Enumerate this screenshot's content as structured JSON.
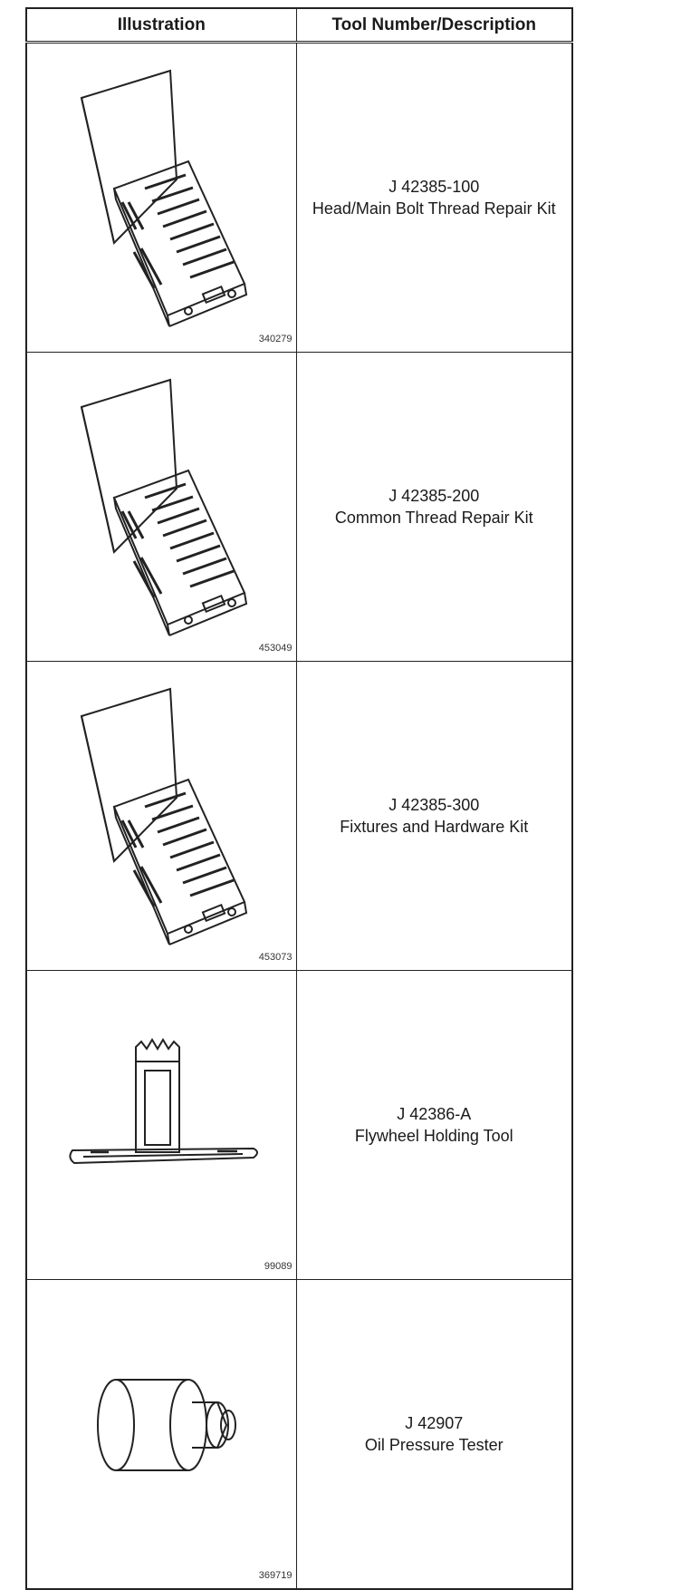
{
  "header": {
    "illustration": "Illustration",
    "tool_description": "Tool Number/Description"
  },
  "rows": [
    {
      "figure_number": "340279",
      "tool_number": "J 42385-100",
      "description": "Head/Main Bolt Thread Repair Kit",
      "illustration_icon": "thread-repair-kit-case-icon"
    },
    {
      "figure_number": "453049",
      "tool_number": "J 42385-200",
      "description": "Common Thread Repair Kit",
      "illustration_icon": "thread-repair-kit-case-icon"
    },
    {
      "figure_number": "453073",
      "tool_number": "J 42385-300",
      "description": "Fixtures and Hardware Kit",
      "illustration_icon": "hardware-kit-case-icon"
    },
    {
      "figure_number": "99089",
      "tool_number": "J 42386-A",
      "description": "Flywheel Holding Tool",
      "illustration_icon": "flywheel-holding-tool-icon"
    },
    {
      "figure_number": "369719",
      "tool_number": "J 42907",
      "description": "Oil Pressure Tester",
      "illustration_icon": "oil-pressure-tester-icon"
    }
  ]
}
